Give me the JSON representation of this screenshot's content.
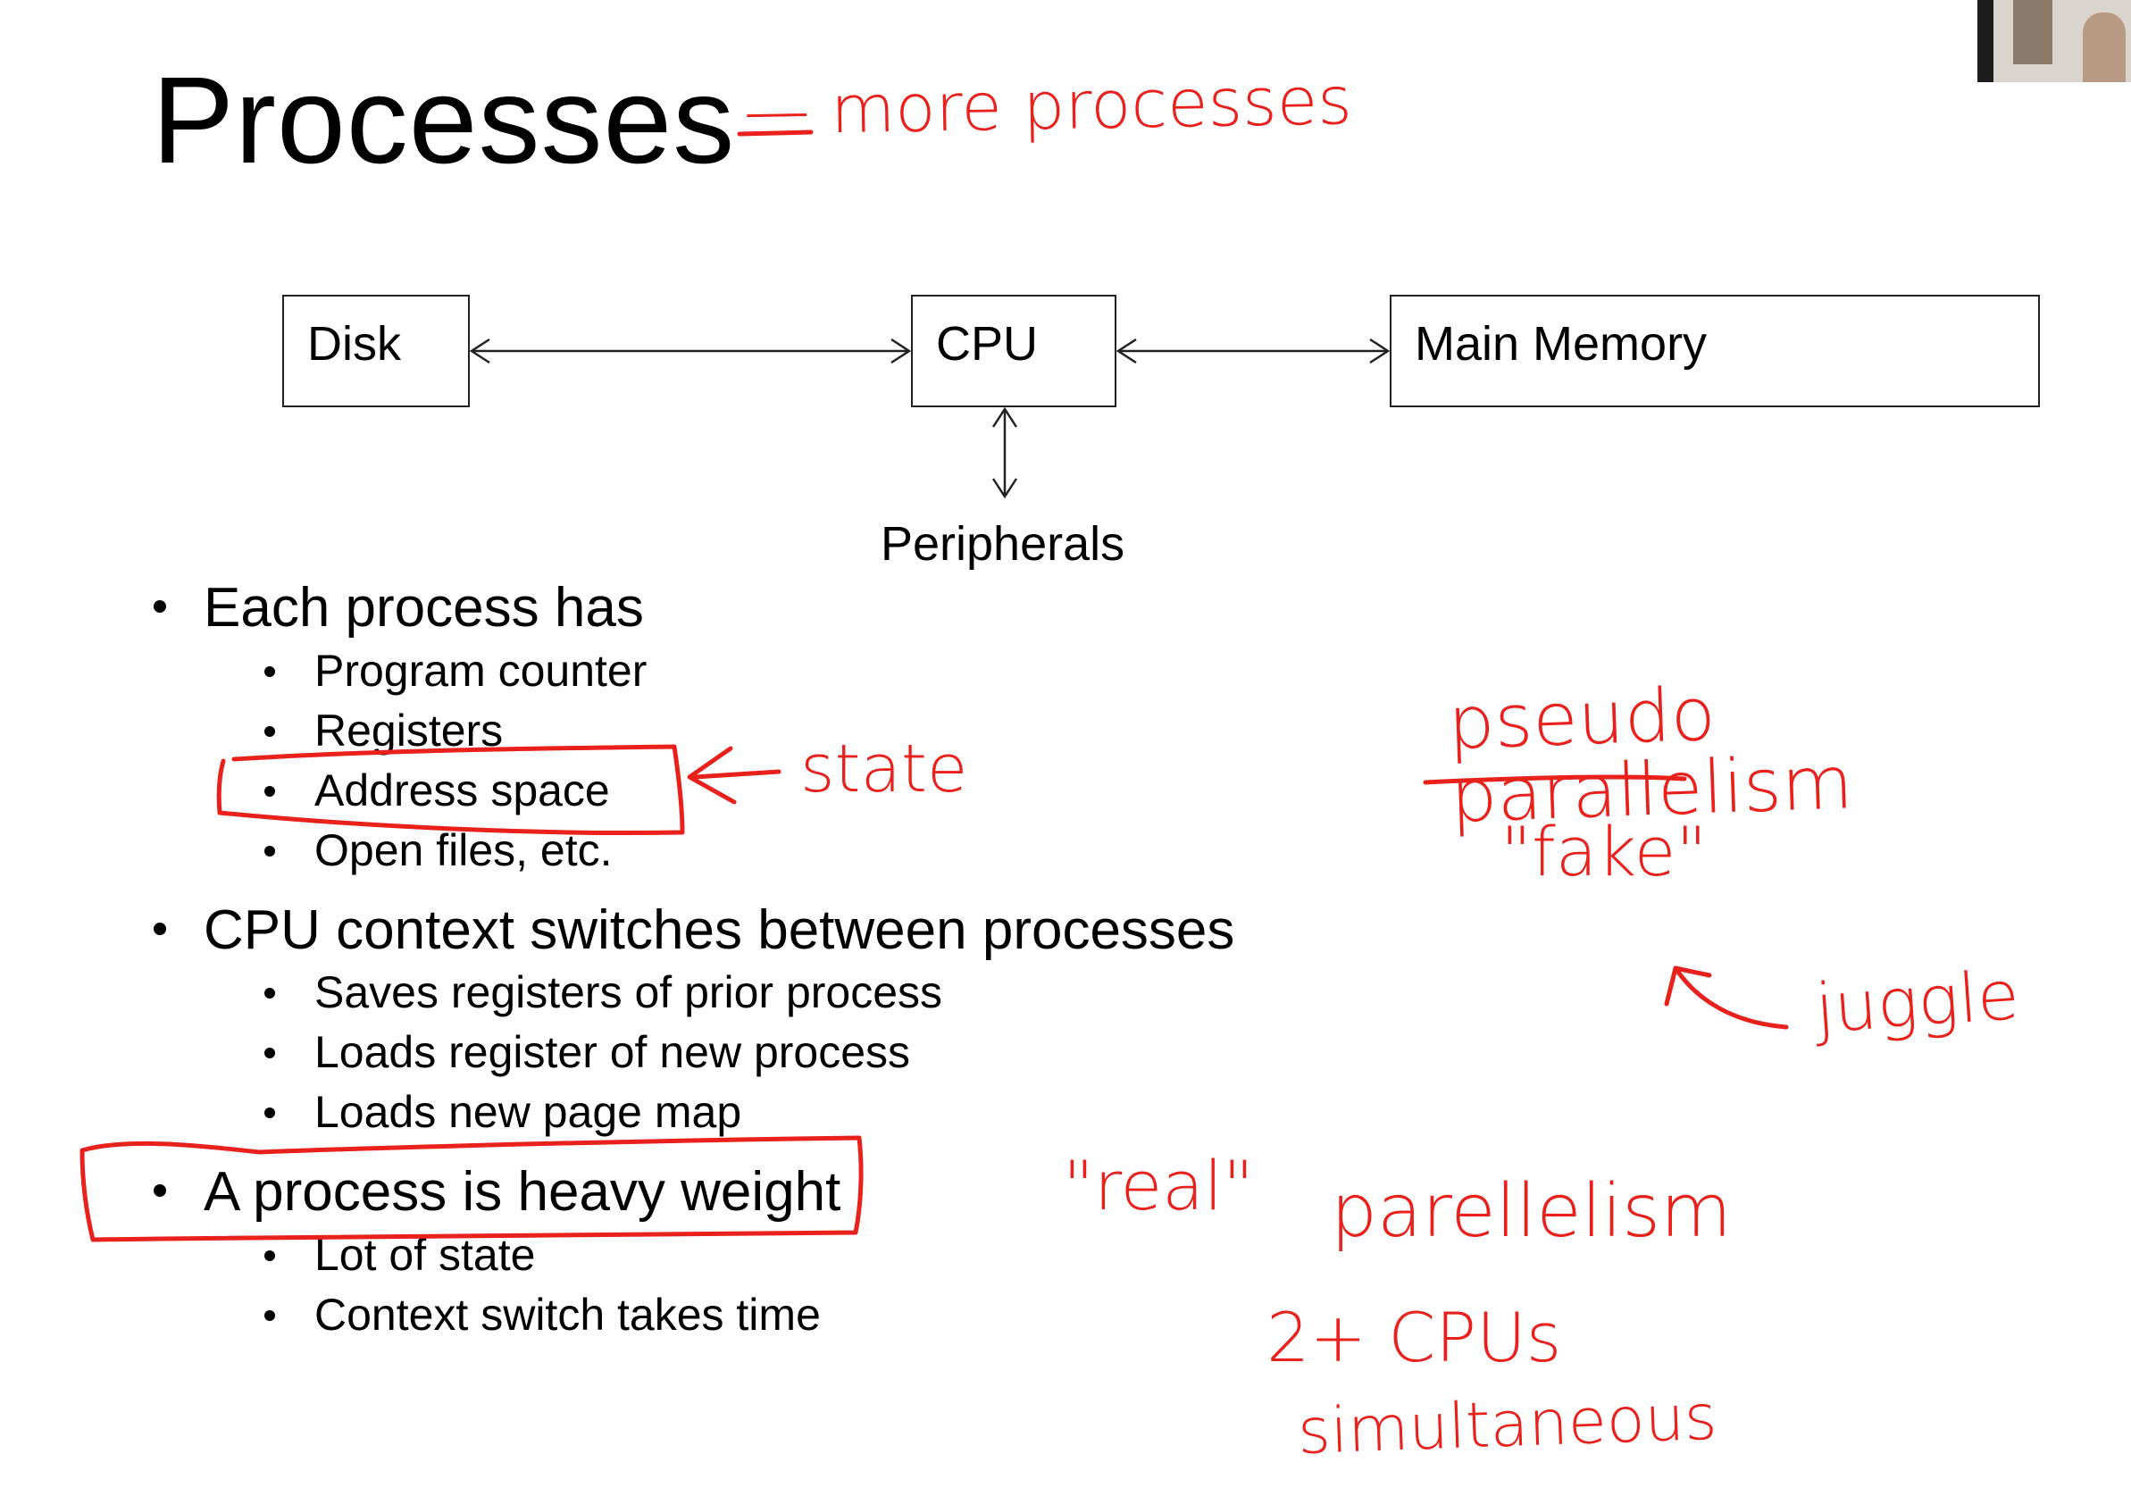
{
  "slide": {
    "title": "Processes",
    "diagram": {
      "disk": "Disk",
      "cpu": "CPU",
      "main_memory": "Main Memory",
      "peripherals": "Peripherals"
    },
    "bullets": [
      {
        "text": "Each process has",
        "sub": [
          "Program counter",
          "Registers",
          "Address space",
          "Open files, etc."
        ]
      },
      {
        "text": "CPU context switches between processes",
        "sub": [
          "Saves registers of prior process",
          "Loads register of new process",
          "Loads new page map"
        ]
      },
      {
        "text": "A process is heavy weight",
        "sub": [
          "Lot of state",
          "Context switch takes time"
        ]
      }
    ]
  },
  "annotations": {
    "title_note": "— more processes",
    "state": "state",
    "pseudo_parallelism": "pseudo parallelism",
    "fake": "\"fake\"",
    "juggle": "juggle",
    "real": "\"real\"",
    "parallelism": "parellelism",
    "cpus": "2+ CPUs",
    "simultaneous": "simultaneous"
  },
  "colors": {
    "ink": "#e8211d",
    "text": "#000000"
  }
}
